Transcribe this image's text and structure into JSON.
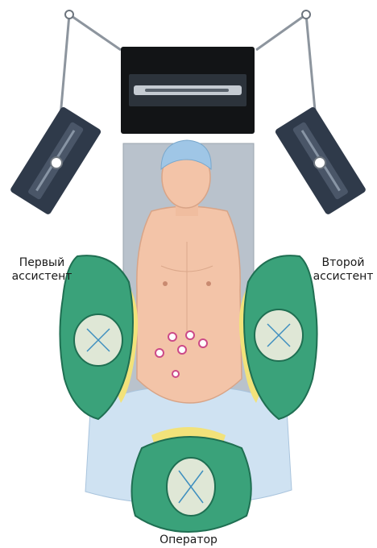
{
  "labels": {
    "first_assistant_line1": "Первый",
    "first_assistant_line2": "ассистент",
    "second_assistant_line1": "Второй",
    "second_assistant_line2": "ассистент",
    "operator": "Оператор"
  },
  "icons": {
    "monitors": [
      "monitor-icon",
      "monitor-arm-icon"
    ],
    "people": [
      "surgeon-icon",
      "patient-icon"
    ]
  },
  "colors": {
    "gown": "#3aa27a",
    "gown_dark": "#1f6f52",
    "collar": "#f2e27a",
    "cap": "#dfe7d6",
    "drape": "#cfe2f2",
    "skin": "#f3c4a8",
    "table": "#b9c2cc",
    "monitor": "#2f3a4a",
    "port": "#cc4a88"
  }
}
